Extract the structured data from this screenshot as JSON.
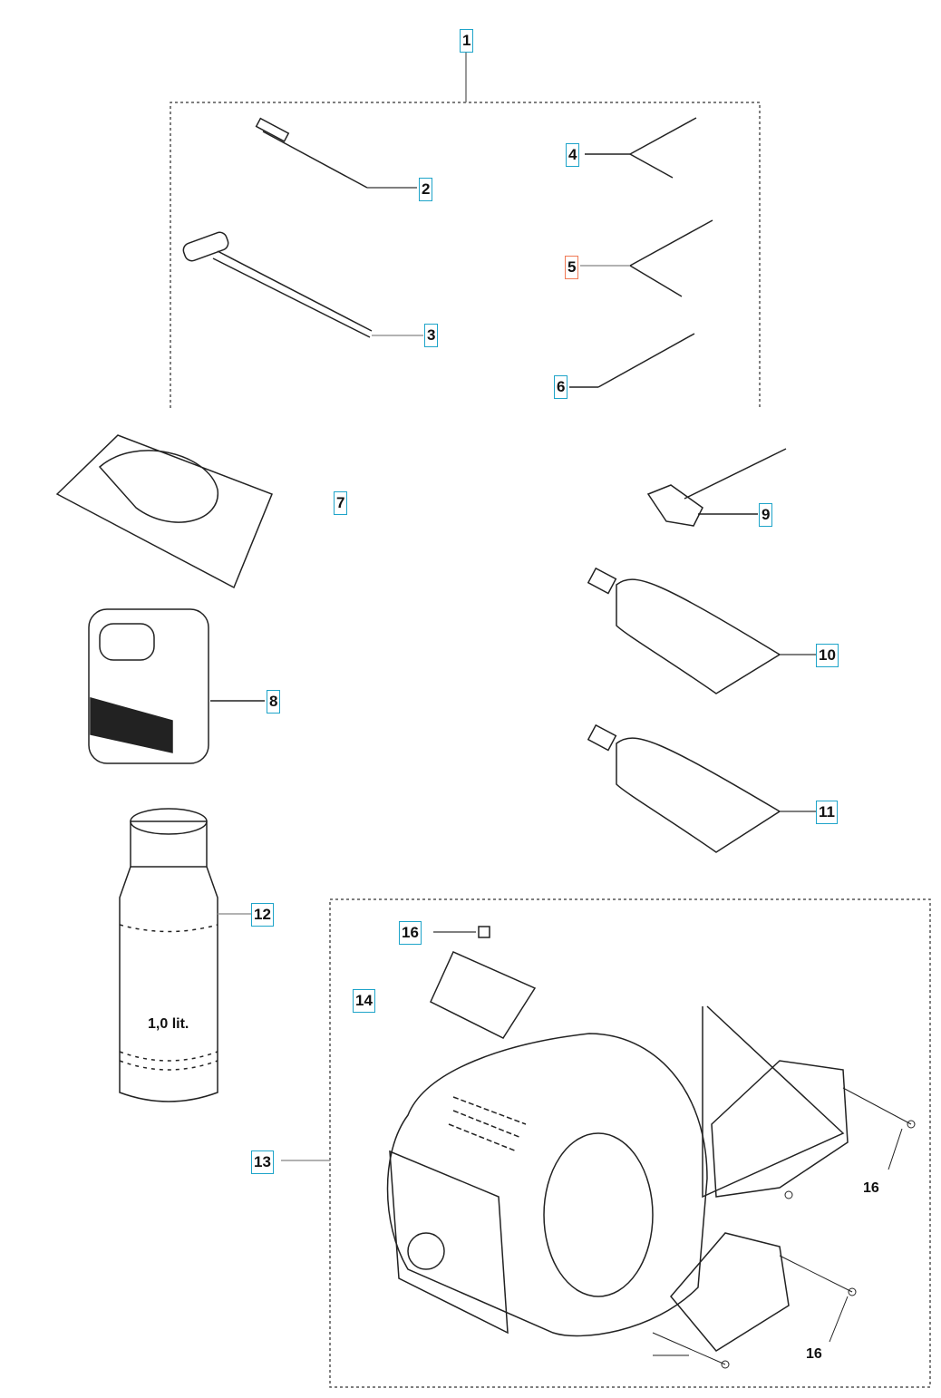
{
  "callouts": [
    {
      "id": "1",
      "label": "1"
    },
    {
      "id": "2",
      "label": "2"
    },
    {
      "id": "3",
      "label": "3"
    },
    {
      "id": "4",
      "label": "4"
    },
    {
      "id": "5",
      "label": "5",
      "highlighted": true
    },
    {
      "id": "6",
      "label": "6"
    },
    {
      "id": "7",
      "label": "7"
    },
    {
      "id": "8",
      "label": "8"
    },
    {
      "id": "9",
      "label": "9"
    },
    {
      "id": "10",
      "label": "10"
    },
    {
      "id": "11",
      "label": "11"
    },
    {
      "id": "12",
      "label": "12"
    },
    {
      "id": "13",
      "label": "13"
    },
    {
      "id": "14",
      "label": "14"
    },
    {
      "id": "16",
      "label": "16"
    }
  ],
  "plain_labels": [
    "16",
    "16"
  ],
  "bottle_text": "1,0 lit.",
  "colors": {
    "callout_border": "#1ea4c9",
    "highlight_border": "#f07a55",
    "line": "#222222"
  }
}
